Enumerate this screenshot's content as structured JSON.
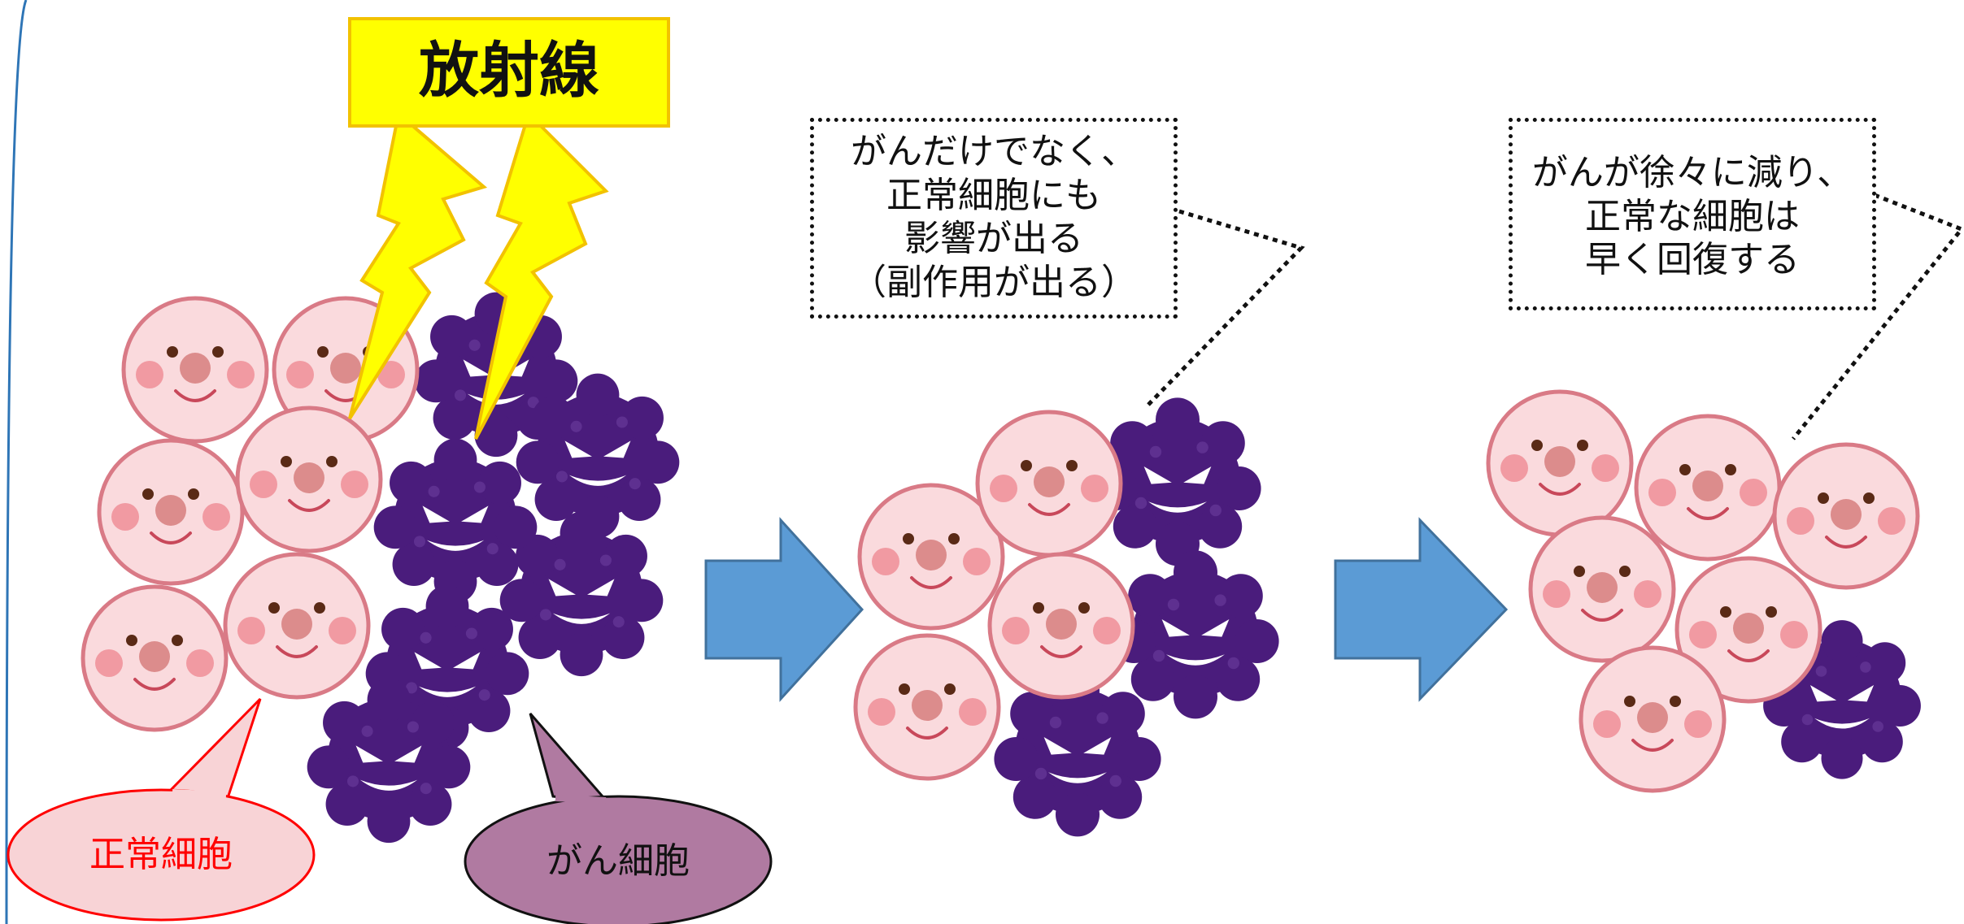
{
  "radiation_label": "放射線",
  "stage1": {
    "normal_cell_label": "正常細胞",
    "cancer_cell_label": "がん細胞"
  },
  "stage2": {
    "callout": [
      "がんだけでなく、",
      "正常細胞にも",
      "影響が出る",
      "（副作用が出る）"
    ]
  },
  "stage3": {
    "callout": [
      "がんが徐々に減り、",
      "正常な細胞は",
      "早く回復する"
    ]
  },
  "colors": {
    "normal_cell": "#fadadd",
    "normal_cell_border": "#d97a86",
    "cancer_cell": "#4a1c7c",
    "arrow": "#5b9bd5",
    "radiation": "#ffff00",
    "normal_bubble": "#f8d3d6",
    "cancer_bubble": "#b07aa1"
  }
}
